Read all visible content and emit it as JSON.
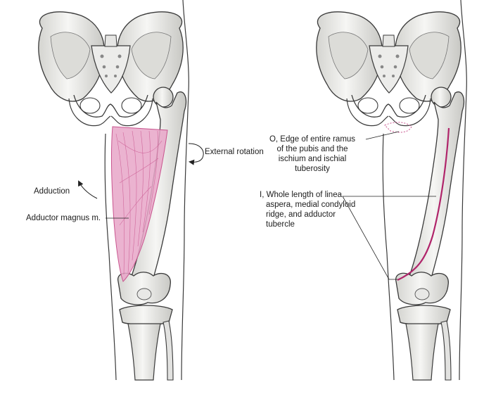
{
  "labels": {
    "adduction": "Adduction",
    "adductor_magnus": "Adductor magnus m.",
    "external_rotation": "External rotation",
    "origin": [
      "O, Edge of entire ramus",
      "of the pubis and the",
      "ischium and ischial",
      "tuberosity"
    ],
    "insertion": [
      "I, Whole length of linea",
      "aspera, medial condyloid",
      "ridge, and adductor",
      "tubercle"
    ]
  },
  "colors": {
    "muscle": "#e8a6c8",
    "muscle_fiber": "#c9558f",
    "insertion_line": "#b0246a",
    "bone_fill": "#f1f1ef",
    "bone_shade": "#cfcfcb",
    "outline": "#3a3a3a"
  }
}
